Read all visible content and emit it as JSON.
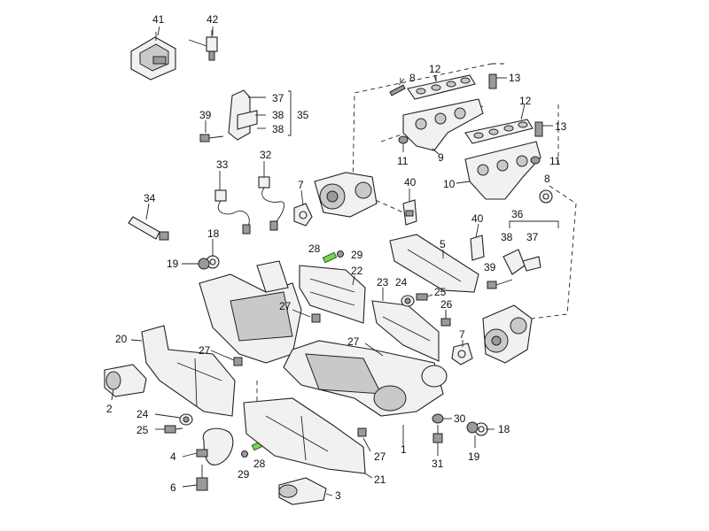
{
  "diagram": {
    "callouts": [
      {
        "id": "c41",
        "text": "41"
      },
      {
        "id": "c42",
        "text": "42"
      },
      {
        "id": "c37a",
        "text": "37"
      },
      {
        "id": "c38a",
        "text": "38"
      },
      {
        "id": "c35",
        "text": "35"
      },
      {
        "id": "c38b",
        "text": "38"
      },
      {
        "id": "c39a",
        "text": "39"
      },
      {
        "id": "c8a",
        "text": "8"
      },
      {
        "id": "c12a",
        "text": "12"
      },
      {
        "id": "c13a",
        "text": "13"
      },
      {
        "id": "c12b",
        "text": "12"
      },
      {
        "id": "c13b",
        "text": "13"
      },
      {
        "id": "c11a",
        "text": "11"
      },
      {
        "id": "c9",
        "text": "9"
      },
      {
        "id": "c11b",
        "text": "11"
      },
      {
        "id": "c10",
        "text": "10"
      },
      {
        "id": "c8b",
        "text": "8"
      },
      {
        "id": "c33",
        "text": "33"
      },
      {
        "id": "c32",
        "text": "32"
      },
      {
        "id": "c7a",
        "text": "7"
      },
      {
        "id": "c40a",
        "text": "40"
      },
      {
        "id": "c34",
        "text": "34"
      },
      {
        "id": "c36",
        "text": "36"
      },
      {
        "id": "c40b",
        "text": "40"
      },
      {
        "id": "c38c",
        "text": "38"
      },
      {
        "id": "c37b",
        "text": "37"
      },
      {
        "id": "c18a",
        "text": "18"
      },
      {
        "id": "c19a",
        "text": "19"
      },
      {
        "id": "c28a",
        "text": "28"
      },
      {
        "id": "c29a",
        "text": "29"
      },
      {
        "id": "c5",
        "text": "5"
      },
      {
        "id": "c22",
        "text": "22"
      },
      {
        "id": "c39b",
        "text": "39"
      },
      {
        "id": "c23",
        "text": "23"
      },
      {
        "id": "c24a",
        "text": "24"
      },
      {
        "id": "c25a",
        "text": "25"
      },
      {
        "id": "c26",
        "text": "26"
      },
      {
        "id": "c27a",
        "text": "27"
      },
      {
        "id": "c20",
        "text": "20"
      },
      {
        "id": "c27b",
        "text": "27"
      },
      {
        "id": "c7b",
        "text": "7"
      },
      {
        "id": "c27c",
        "text": "27"
      },
      {
        "id": "c2",
        "text": "2"
      },
      {
        "id": "c24b",
        "text": "24"
      },
      {
        "id": "c25b",
        "text": "25"
      },
      {
        "id": "c30",
        "text": "30"
      },
      {
        "id": "c18b",
        "text": "18"
      },
      {
        "id": "c1",
        "text": "1"
      },
      {
        "id": "c4",
        "text": "4"
      },
      {
        "id": "c28b",
        "text": "28"
      },
      {
        "id": "c27d",
        "text": "27"
      },
      {
        "id": "c29b",
        "text": "29"
      },
      {
        "id": "c31",
        "text": "31"
      },
      {
        "id": "c19b",
        "text": "19"
      },
      {
        "id": "c6",
        "text": "6"
      },
      {
        "id": "c21",
        "text": "21"
      },
      {
        "id": "c3",
        "text": "3"
      }
    ]
  }
}
